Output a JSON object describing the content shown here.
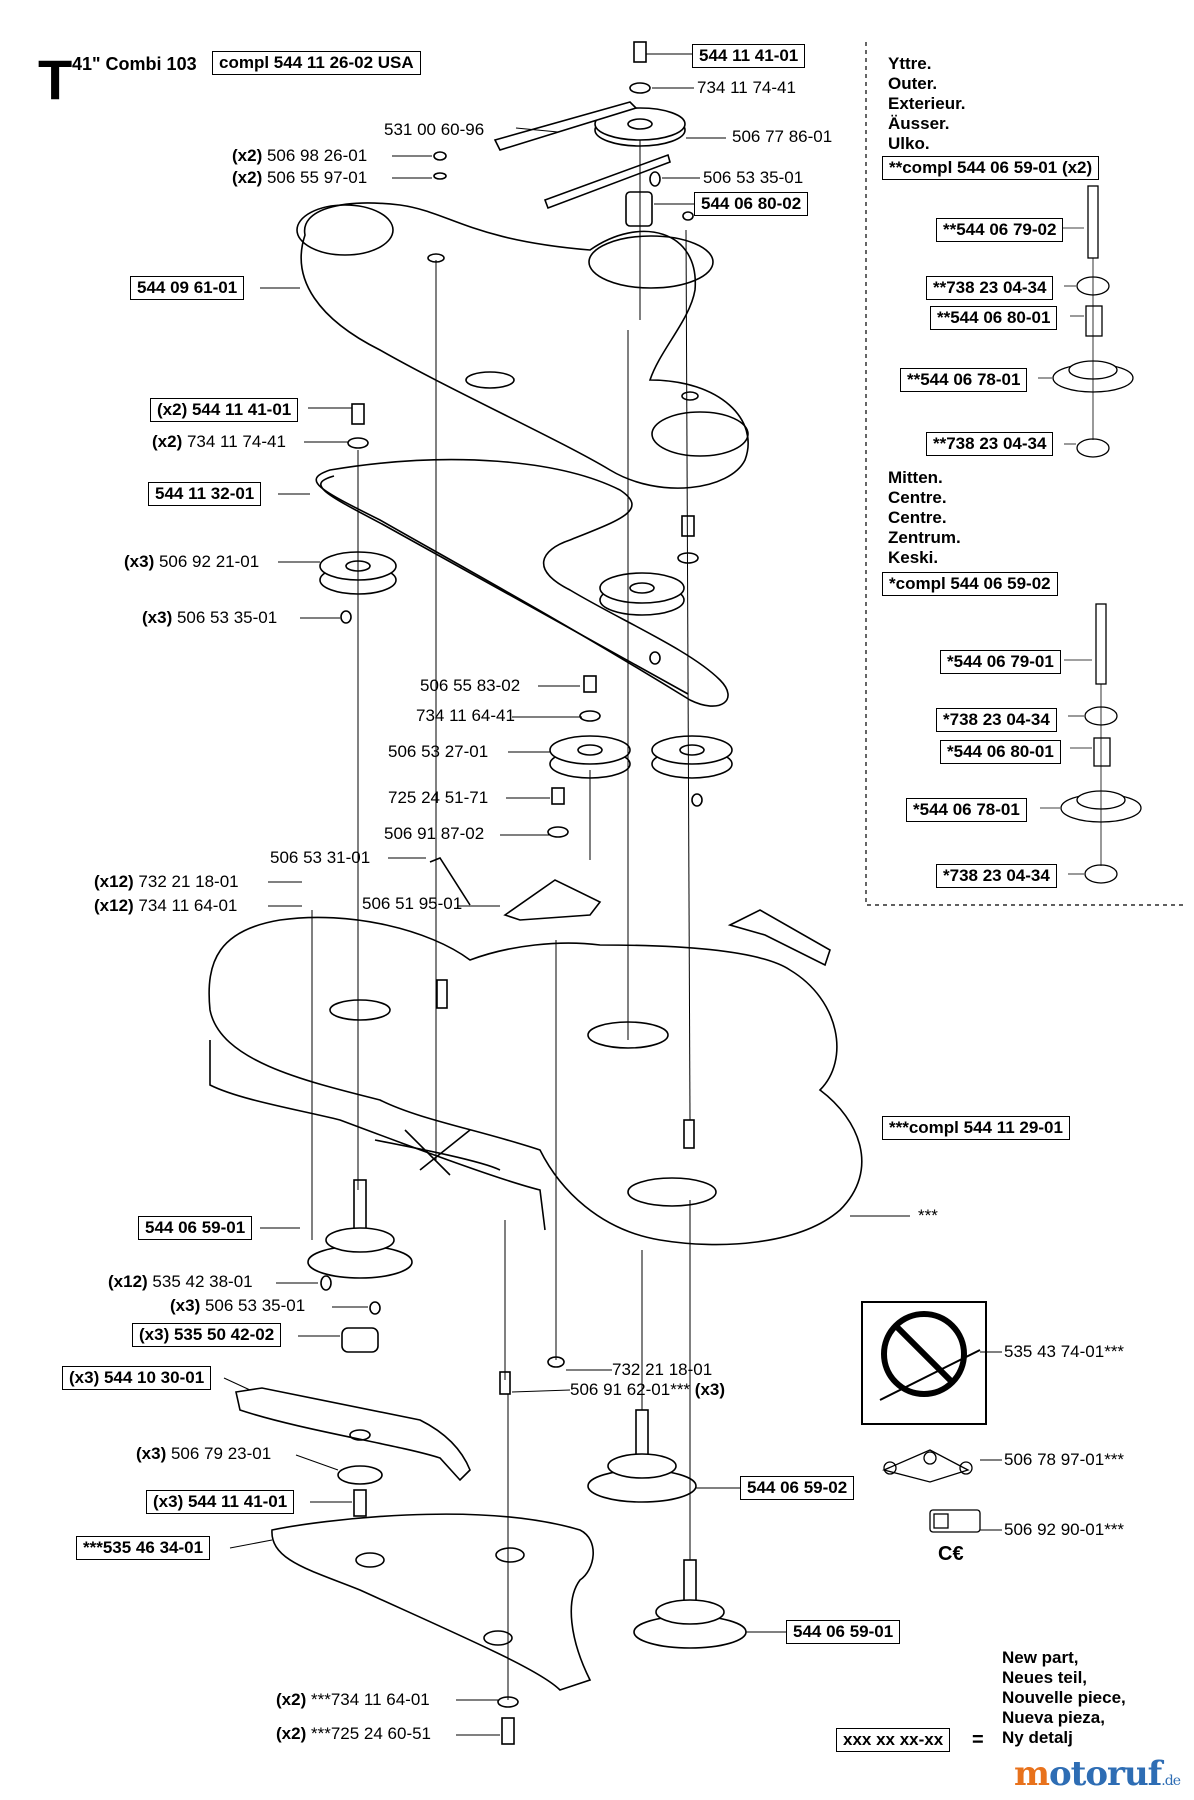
{
  "header": {
    "letter": "T",
    "model": "41\" Combi 103",
    "compl": "compl 544 11 26-02 USA"
  },
  "colors": {
    "text": "#000000",
    "brand_o": "#e8721c",
    "brand_rest": "#2e6db4"
  },
  "labels": {
    "l1": "544 11 41-01",
    "l2": "734 11 74-41",
    "l3": "531 00 60-96",
    "l4": "506 77 86-01",
    "l5q": "(x2)",
    "l5": "506 98 26-01",
    "l6q": "(x2)",
    "l6": "506 55 97-01",
    "l7": "506 53 35-01",
    "l8": "544 06 80-02",
    "l9": "544 09 61-01",
    "l10q": "(x2)",
    "l10": "544 11 41-01",
    "l11q": "(x2)",
    "l11": "734 11 74-41",
    "l12": "544 11 32-01",
    "l13q": "(x3)",
    "l13": "506 92 21-01",
    "l14q": "(x3)",
    "l14": "506 53 35-01",
    "l15": "506 55 83-02",
    "l16": "734 11 64-41",
    "l17": "506 53 27-01",
    "l18": "725 24 51-71",
    "l19": "506 91 87-02",
    "l20": "506 53 31-01",
    "l21q": "(x12)",
    "l21": "732 21 18-01",
    "l22q": "(x12)",
    "l22": "734 11 64-01",
    "l23": "506 51 95-01",
    "l24": "544 06 59-01",
    "l25q": "(x12)",
    "l25": "535 42 38-01",
    "l26q": "(x3)",
    "l26": "506 53 35-01",
    "l27": "(x3) 535 50 42-02",
    "l28": "(x3) 544 10 30-01",
    "l29q": "(x3)",
    "l29": "506 79 23-01",
    "l30": "(x3) 544 11 41-01",
    "l31": "***535 46 34-01",
    "l32q": "(x2)",
    "l32": "***734 11 64-01",
    "l33q": "(x2)",
    "l33": "***725 24 60-51",
    "l34": "732 21 18-01",
    "l35": "506 91 62-01***",
    "l35q": "(x3)",
    "l36": "544 06 59-02",
    "l37": "544 06 59-01",
    "l38": "***compl 544 11 29-01",
    "l39": "***",
    "l40": "535 43 74-01***",
    "l41": "506 78 97-01***",
    "l42": "506 92 90-01***"
  },
  "side": {
    "outer_words": [
      "Yttre.",
      "Outer.",
      "Exterieur.",
      "Äusser.",
      "Ulko."
    ],
    "outer_compl": "**compl 544 06 59-01 (x2)",
    "outer_parts": [
      "**544 06 79-02",
      "**738 23 04-34",
      "**544 06 80-01",
      "**544 06 78-01",
      "**738 23 04-34"
    ],
    "centre_words": [
      "Mitten.",
      "Centre.",
      "Centre.",
      "Zentrum.",
      "Keski."
    ],
    "centre_compl": "*compl 544 06 59-02",
    "centre_parts": [
      "*544 06 79-01",
      "*738 23 04-34",
      "*544 06 80-01",
      "*544 06 78-01",
      "*738 23 04-34"
    ]
  },
  "legend": {
    "box": "xxx xx xx-xx",
    "eq": "=",
    "words": [
      "New part,",
      "Neues teil,",
      "Nouvelle piece,",
      "Nueva pieza,",
      "Ny detalj"
    ]
  },
  "brand": {
    "o": "m",
    "rest": "otoruf",
    "tld": ".de"
  }
}
